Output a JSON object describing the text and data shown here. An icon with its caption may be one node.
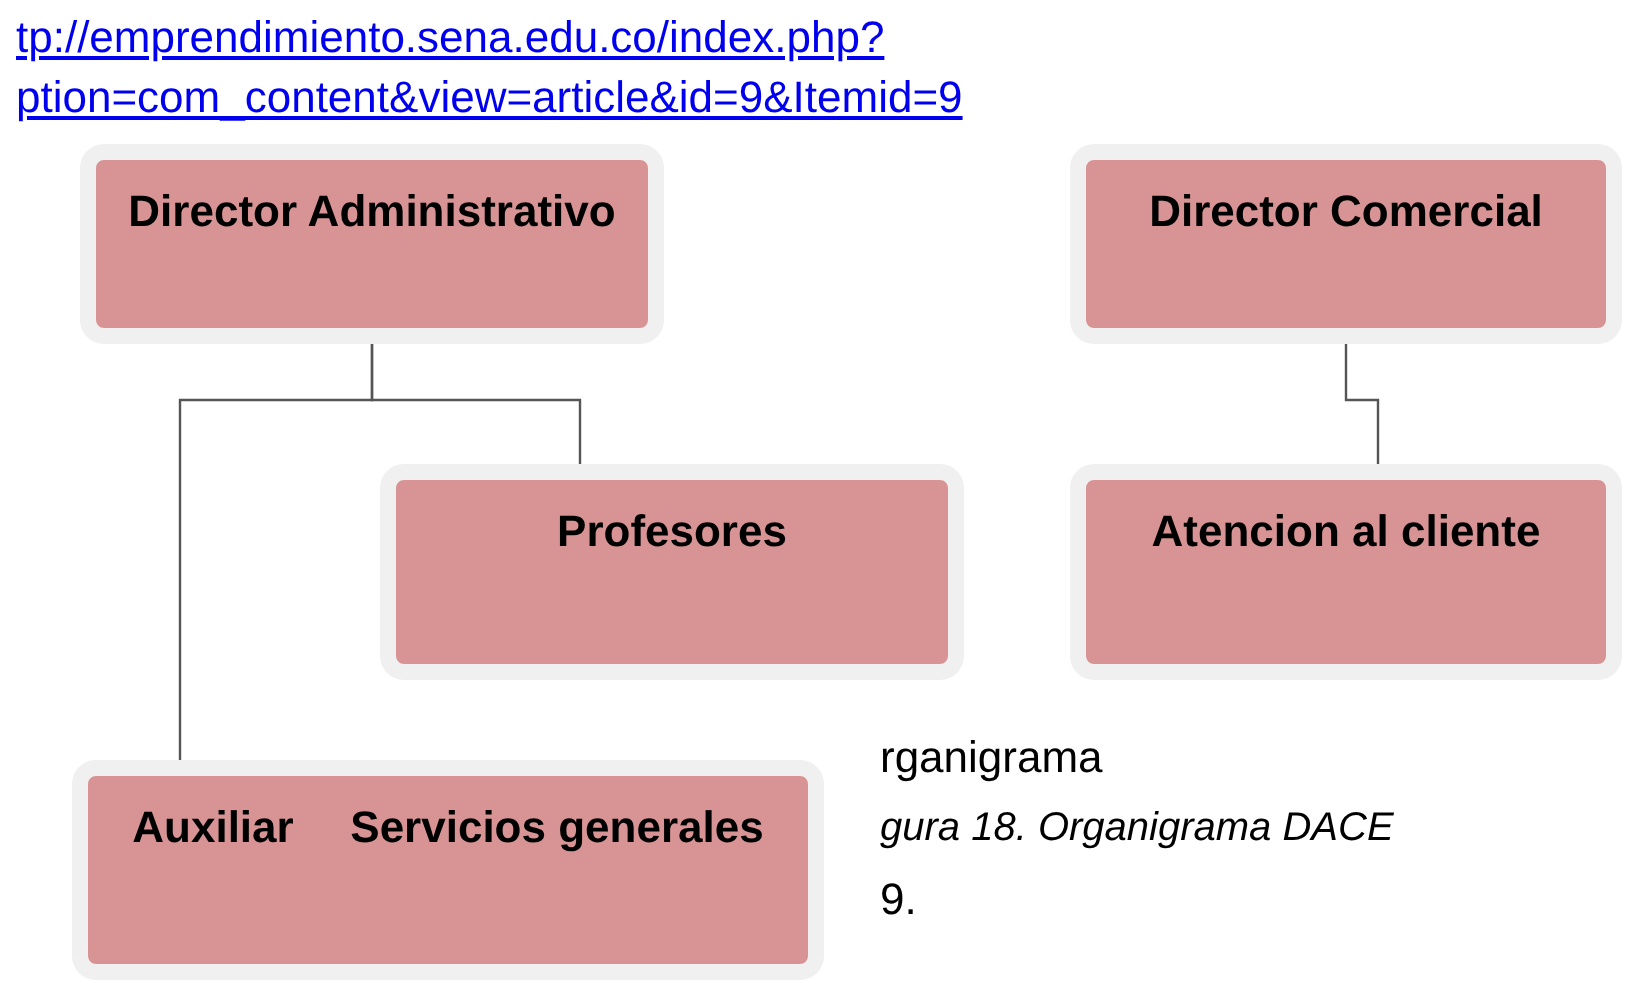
{
  "diagram": {
    "nodes": [
      {
        "text": [
          "Director Administrativo"
        ]
      },
      {
        "text": [
          "Director Comercial"
        ]
      },
      {
        "text": [
          "Profesores"
        ]
      },
      {
        "text": [
          "Atencion al cliente"
        ]
      },
      {
        "text": [
          "Auxiliar",
          "Servicios generales"
        ]
      }
    ],
    "edges": [
      {
        "from": 0,
        "to": 2,
        "arrow": "none"
      },
      {
        "from": 0,
        "to": 4,
        "arrow": "none"
      },
      {
        "from": 1,
        "to": 3,
        "arrow": "none"
      }
    ],
    "labels": [
      "tp://emprendimiento.sena.edu.co/index.php?",
      "ption=com_content&view=article&id=9&Itemid=9",
      "rganigrama",
      "gura 18. Organigrama DACE",
      "9."
    ]
  }
}
